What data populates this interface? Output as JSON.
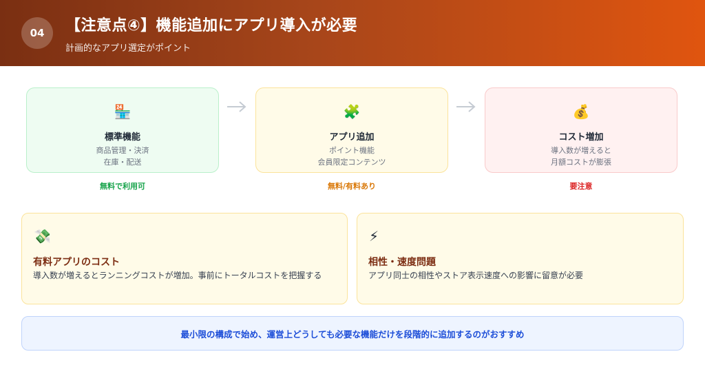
{
  "header": {
    "badge": "04",
    "title": "【注意点④】機能追加にアプリ導入が必要",
    "subtitle": "計画的なアプリ選定がポイント"
  },
  "steps": [
    {
      "icon": "🏪",
      "title": "標準機能",
      "lines": [
        "商品管理・決済",
        "在庫・配送"
      ],
      "caption": "無料で利用可",
      "caption_color": "#16a34a"
    },
    {
      "icon": "🧩",
      "title": "アプリ追加",
      "lines": [
        "ポイント機能",
        "会員限定コンテンツ"
      ],
      "caption": "無料/有料あり",
      "caption_color": "#d97706"
    },
    {
      "icon": "💰",
      "title": "コスト増加",
      "lines": [
        "導入数が増えると",
        "月額コストが膨張"
      ],
      "caption": "要注意",
      "caption_color": "#dc2626"
    }
  ],
  "cards": [
    {
      "icon": "💸",
      "title": "有料アプリのコスト",
      "desc": "導入数が増えるとランニングコストが増加。事前にトータルコストを把握する"
    },
    {
      "icon": "⚡",
      "title": "相性・速度問題",
      "desc": "アプリ同士の相性やストア表示速度への影響に留意が必要"
    }
  ],
  "note": "最小限の構成で始め、運営上どうしても必要な機能だけを段階的に追加するのがおすすめ"
}
